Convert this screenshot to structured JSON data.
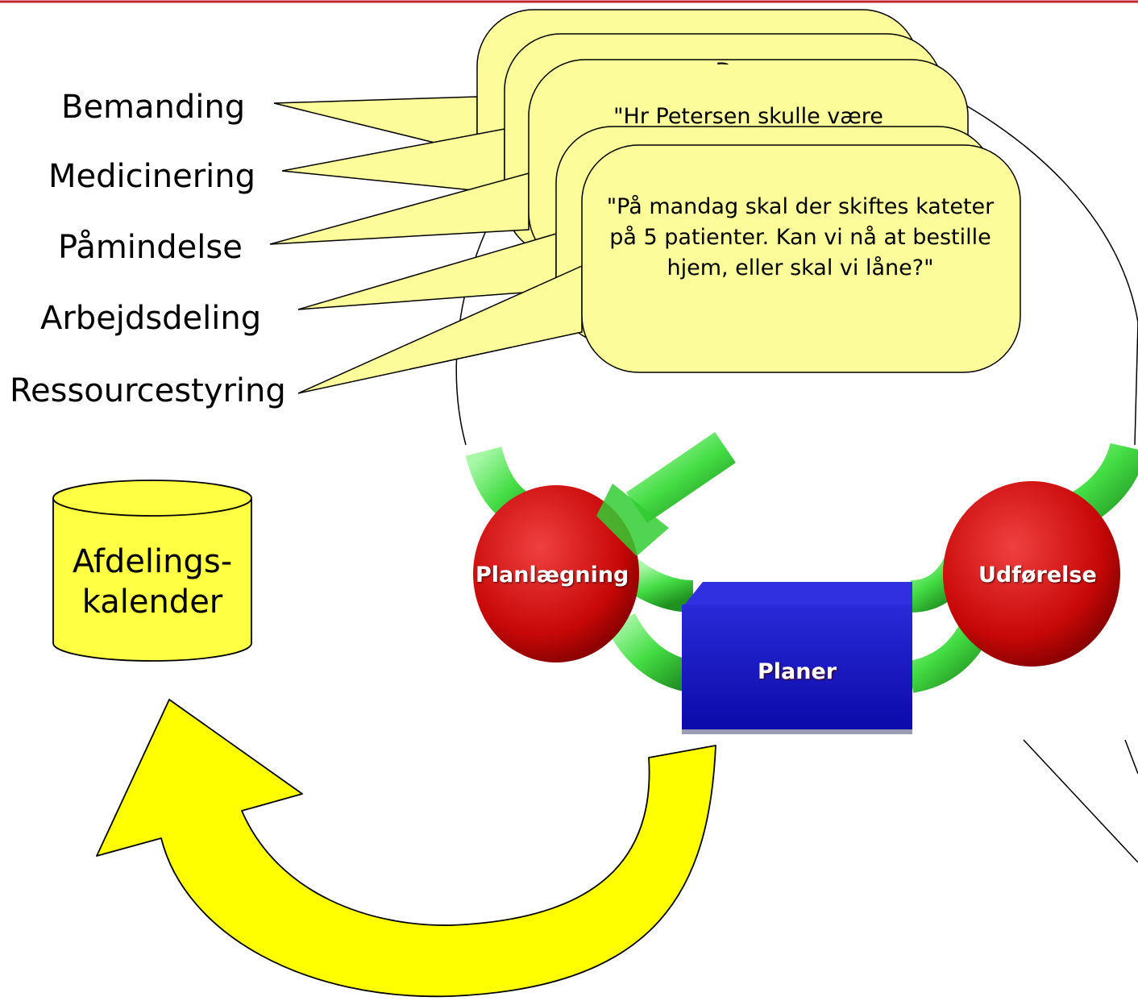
{
  "categories": [
    {
      "label": "Bemanding"
    },
    {
      "label": "Medicinering"
    },
    {
      "label": "Påmindelse"
    },
    {
      "label": "Arbejdsdeling"
    },
    {
      "label": "Ressourcestyring"
    }
  ],
  "bubbles": [
    {
      "text": ""
    },
    {
      "text": "D"
    },
    {
      "text": "\"Hr Petersen skulle være"
    },
    {
      "text": ""
    },
    {
      "text": "\"På mandag skal der skiftes kateter på 5 patienter. Kan vi nå at bestille hjem, eller skal vi låne?\""
    }
  ],
  "database": {
    "line1": "Afdelings-",
    "line2": "kalender"
  },
  "nodes": {
    "planning": "Planlægning",
    "execution": "Udførelse",
    "plans": "Planer"
  },
  "colors": {
    "top_rule": "#c0242c",
    "bubble_fill": "#fcfc9a",
    "database_fill": "#ffff44",
    "arrow_fill": "#ffff00",
    "node_red": "#d01010",
    "box_blue": "#1010c0",
    "pipe_green": "#66ee66"
  }
}
